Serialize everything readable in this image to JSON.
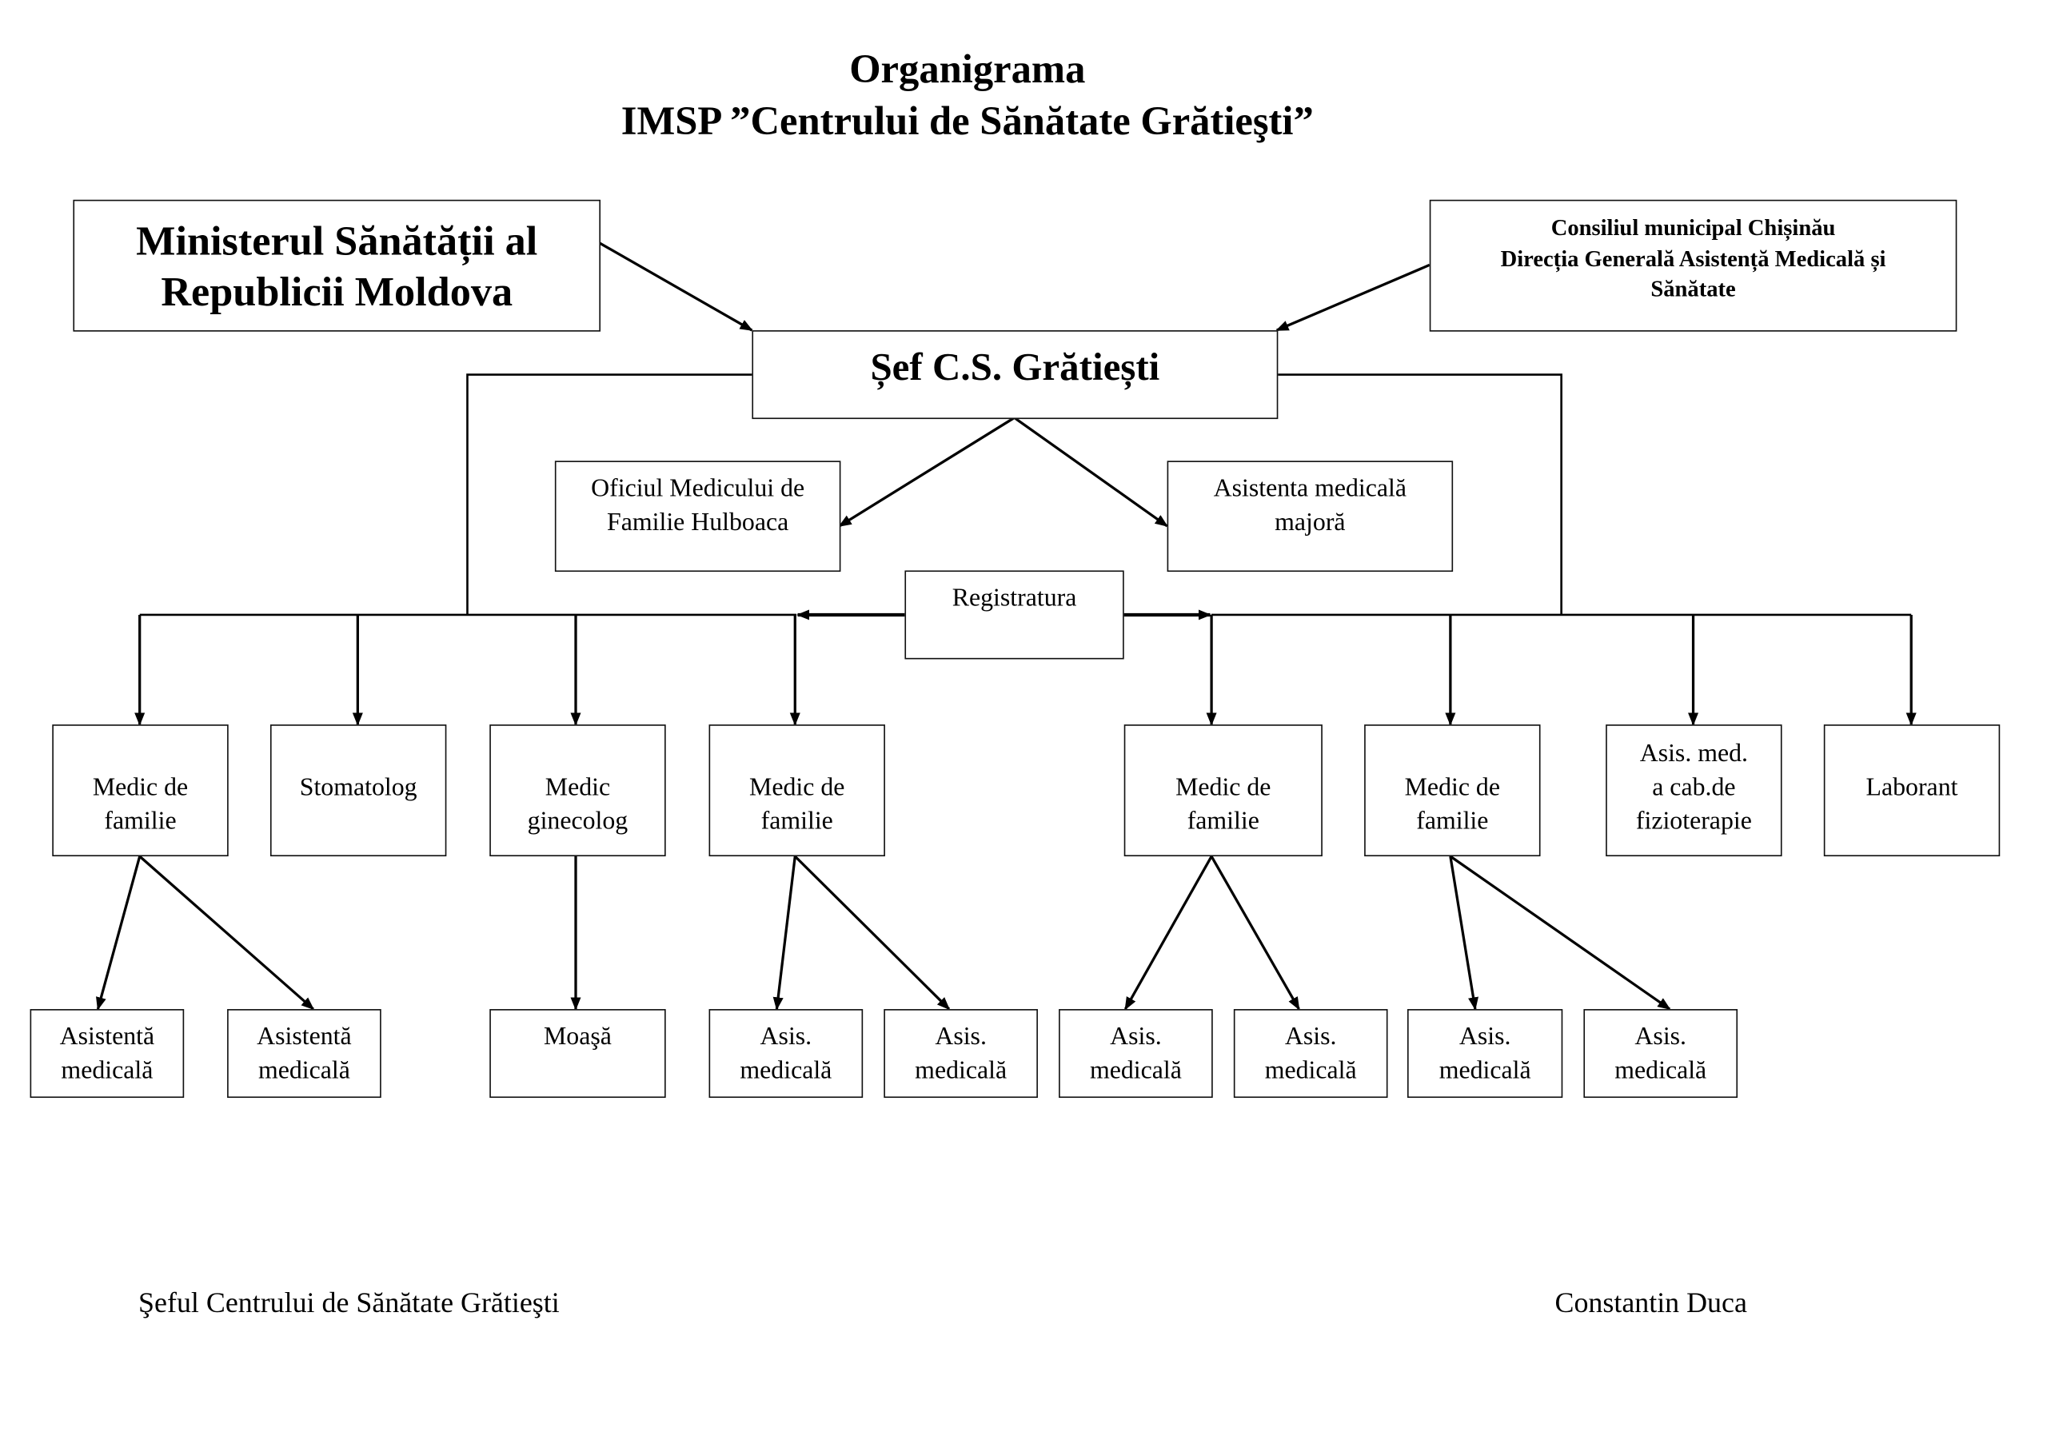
{
  "title": {
    "line1": "Organigrama",
    "line2": "IMSP ”Centrului de Sănătate Grătieşti”"
  },
  "top_left": {
    "lines": [
      "Ministerul Sănătății al",
      "Republicii Moldova"
    ]
  },
  "top_right": {
    "lines": [
      "Consiliul municipal Chișinău",
      "Direcția Generală Asistență Medicală și",
      "Sănătate"
    ]
  },
  "head": {
    "label": "Șef C.S. Grătiești"
  },
  "oficiul": {
    "lines": [
      "Oficiul Medicului de",
      "Familie Hulboaca"
    ]
  },
  "asistenta_majora": {
    "lines": [
      "Asistenta medicală",
      "majoră"
    ]
  },
  "registratura": {
    "label": "Registratura"
  },
  "level2": [
    {
      "lines": [
        "Medic de",
        "familie"
      ]
    },
    {
      "lines": [
        "Stomatolog"
      ]
    },
    {
      "lines": [
        "Medic",
        "ginecolog"
      ]
    },
    {
      "lines": [
        "Medic de",
        "familie"
      ]
    },
    {
      "lines": [
        "Medic de",
        "familie"
      ]
    },
    {
      "lines": [
        "Medic de",
        "familie"
      ]
    },
    {
      "lines": [
        "Asis. med.",
        "a cab.de",
        "fizioterapie"
      ]
    },
    {
      "lines": [
        "Laborant"
      ]
    }
  ],
  "level3": [
    {
      "lines": [
        "Asistentă",
        "medicală"
      ]
    },
    {
      "lines": [
        "Asistentă",
        "medicală"
      ]
    },
    {
      "lines": [
        "Moaşă"
      ]
    },
    {
      "lines": [
        "Asis.",
        "medicală"
      ]
    },
    {
      "lines": [
        "Asis.",
        "medicală"
      ]
    },
    {
      "lines": [
        "Asis.",
        "medicală"
      ]
    },
    {
      "lines": [
        "Asis.",
        "medicală"
      ]
    },
    {
      "lines": [
        "Asis.",
        "medicală"
      ]
    },
    {
      "lines": [
        "Asis.",
        "medicală"
      ]
    }
  ],
  "footer": {
    "role": "Şeful Centrului de Sănătate Grătieşti",
    "name": "Constantin Duca"
  }
}
